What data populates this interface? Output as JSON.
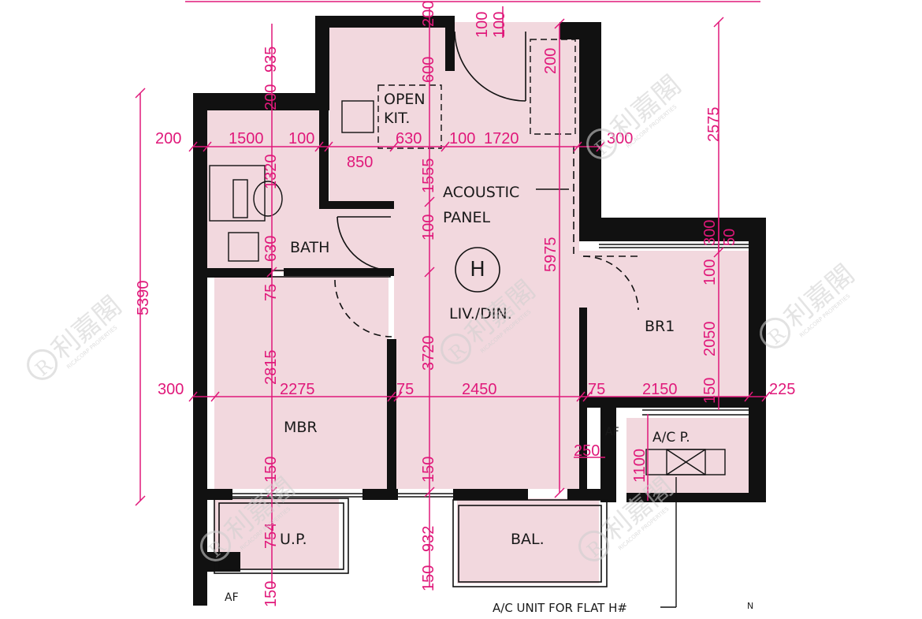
{
  "flat": {
    "id": "H"
  },
  "rooms": {
    "open_kitchen": [
      "OPEN",
      "KIT."
    ],
    "bath": "BATH",
    "acoustic_panel": [
      "ACOUSTIC",
      "PANEL"
    ],
    "living_dining": "LIV./DIN.",
    "br1": "BR1",
    "mbr": "MBR",
    "ac_platform": "A/C P.",
    "utility_platform": "U.P.",
    "balcony": "BAL.",
    "af_right": "AF",
    "af_left": "AF"
  },
  "notes": {
    "ac_unit": "A/C UNIT FOR FLAT H#",
    "north": "N"
  },
  "dimensions": {
    "top_row": [
      "200",
      "1500",
      "100",
      "630",
      "100",
      "1720",
      "300"
    ],
    "top_850": "850",
    "mid_row": [
      "300",
      "2275",
      "75",
      "2450",
      "75",
      "2150",
      "225"
    ],
    "left_overall": "5390",
    "right_overall": "2575",
    "center_overall": "5975",
    "left_col": [
      "935",
      "200",
      "1320",
      "630",
      "75",
      "2815",
      "150",
      "754",
      "150"
    ],
    "center_col": [
      "200",
      "600",
      "1555",
      "100",
      "3720",
      "150",
      "932",
      "150"
    ],
    "door_col": [
      "100",
      "100"
    ],
    "kitchen_200": "200",
    "right_col": [
      "300",
      "50",
      "100",
      "2050",
      "150"
    ],
    "ac_col": [
      "250",
      "1100"
    ]
  },
  "watermark": {
    "text": "利嘉閣",
    "sub": "RICACORP PROPERTIES",
    "logo": "R"
  },
  "colors": {
    "room_fill": "#f2d8de",
    "wall": "#111111",
    "dimension": "#e0187a"
  }
}
